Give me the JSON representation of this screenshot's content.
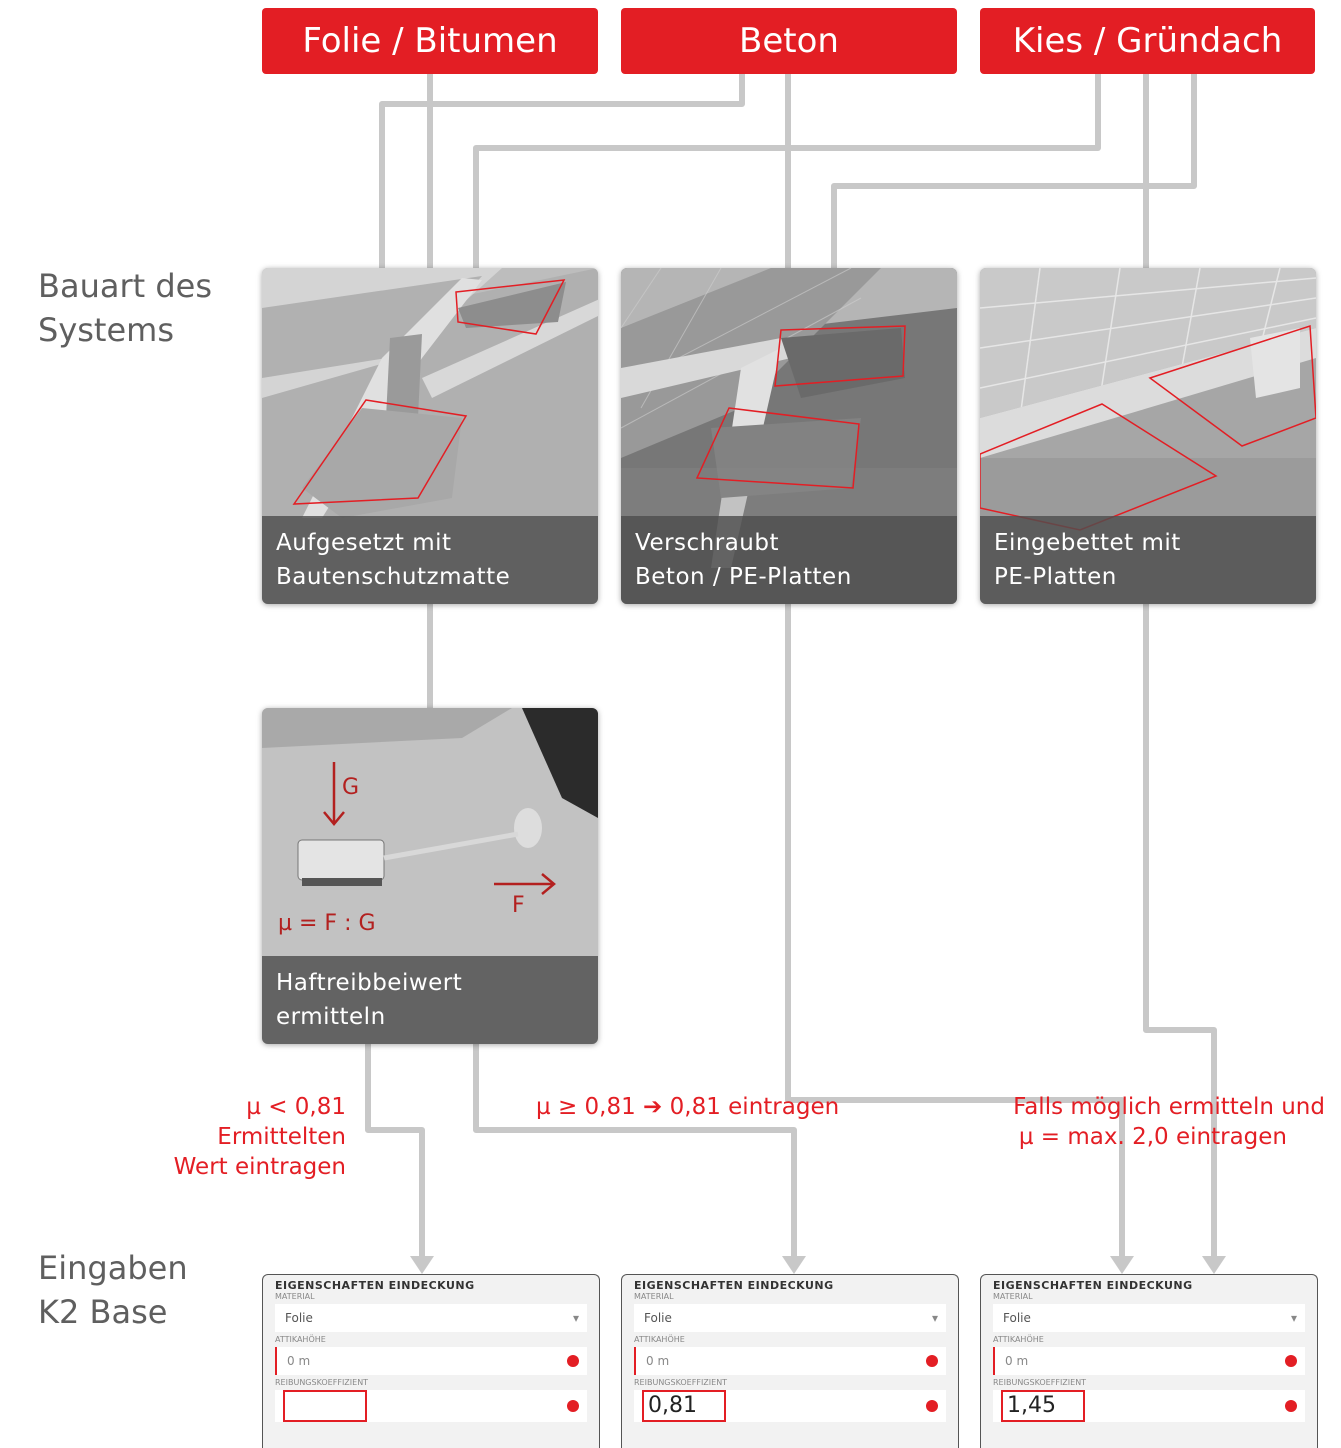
{
  "top_buttons": [
    {
      "label": "Folie / Bitumen"
    },
    {
      "label": "Beton"
    },
    {
      "label": "Kies / Gründach"
    }
  ],
  "row_labels": {
    "system": [
      "Bauart des",
      "Systems"
    ],
    "inputs": [
      "Eingaben",
      "K2 Base"
    ]
  },
  "cards": [
    {
      "lines": [
        "Aufgesetzt mit",
        "Bautenschutzmatte"
      ]
    },
    {
      "lines": [
        "Verschraubt",
        "Beton / PE-Platten"
      ]
    },
    {
      "lines": [
        "Eingebettet mit",
        "PE-Platten"
      ]
    }
  ],
  "friction_card": {
    "lines": [
      "Haftreibbeiwert",
      "ermitteln"
    ],
    "force_g": "G",
    "force_f": "F",
    "formula": "µ = F : G"
  },
  "annotations": {
    "left": [
      "µ < 0,81",
      "Ermittelten",
      "Wert eintragen"
    ],
    "middle": "µ ≥ 0,81 ➔ 0,81 eintragen",
    "right": [
      "Falls möglich ermitteln und",
      "µ = max. 2,0 eintragen"
    ]
  },
  "panels": [
    {
      "title": "EIGENSCHAFTEN EINDECKUNG",
      "material_label": "MATERIAL",
      "material_value": "Folie",
      "attika_label": "ATTIKAHÖHE",
      "attika_value": "0 m",
      "coef_label": "REIBUNGSKOEFFIZIENT",
      "coef_value": ""
    },
    {
      "title": "EIGENSCHAFTEN EINDECKUNG",
      "material_label": "MATERIAL",
      "material_value": "Folie",
      "attika_label": "ATTIKAHÖHE",
      "attika_value": "0 m",
      "coef_label": "REIBUNGSKOEFFIZIENT",
      "coef_value": "0,81"
    },
    {
      "title": "EIGENSCHAFTEN EINDECKUNG",
      "material_label": "MATERIAL",
      "material_value": "Folie",
      "attika_label": "ATTIKAHÖHE",
      "attika_value": "0 m",
      "coef_label": "REIBUNGSKOEFFIZIENT",
      "coef_value": "1,45"
    }
  ],
  "colors": {
    "accent": "#e31e24",
    "connector": "#c8c8c8",
    "caption_bg": "#4e4e4e"
  }
}
